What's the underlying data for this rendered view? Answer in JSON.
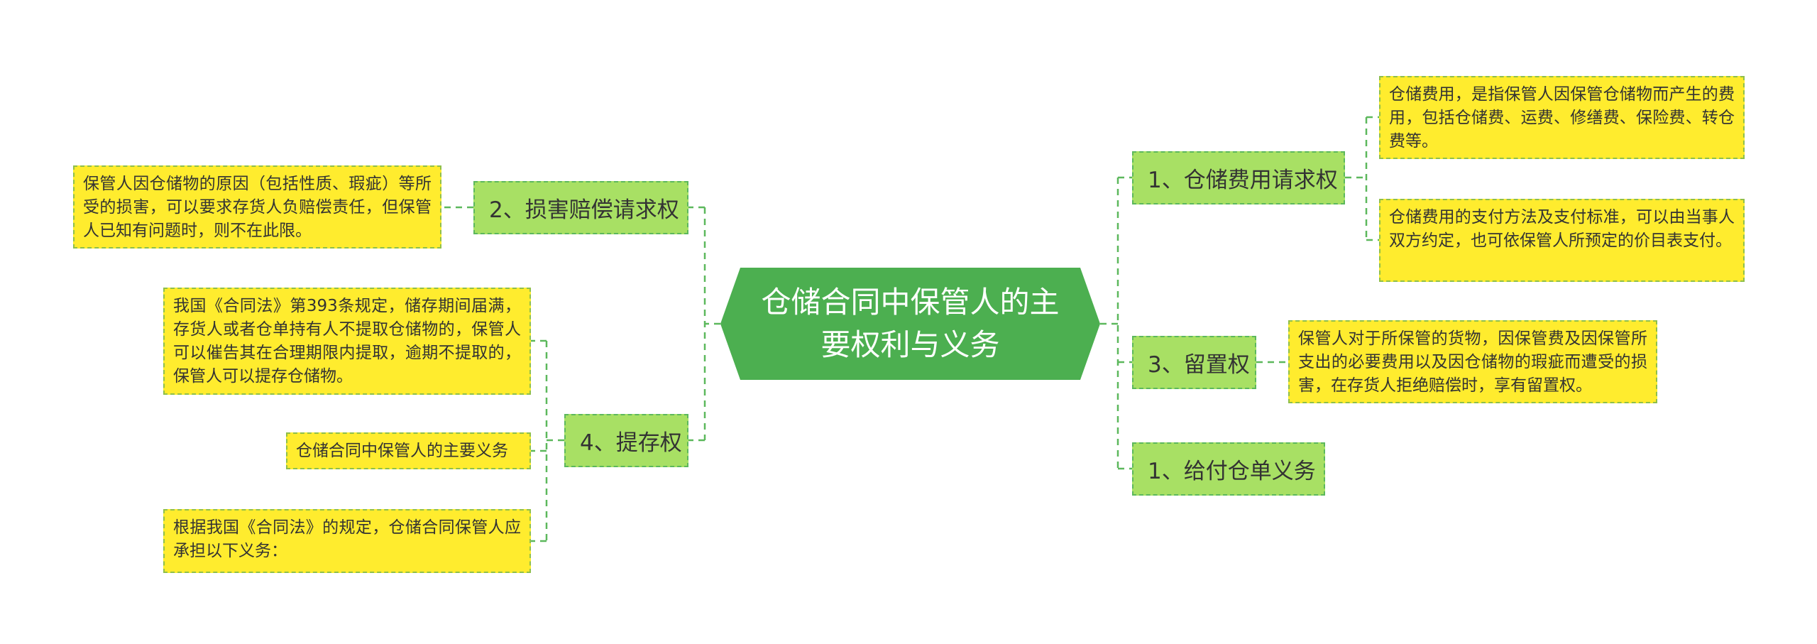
{
  "central": {
    "title": "仓储合同中保管人的主要权利与义务"
  },
  "branches": {
    "storage_fee": "1、仓储费用请求权",
    "damages": "2、损害赔偿请求权",
    "lien": "3、留置权",
    "withdraw": "4、提存权",
    "warehouse_receipt": "1、给付仓单义务"
  },
  "leaves": {
    "storage_fee_definition": "仓储费用，是指保管人因保管仓储物而产生的费用，包括仓储费、运费、修缮费、保险费、转仓费等。",
    "storage_fee_payment": "仓储费用的支付方法及支付标准，可以由当事人双方约定，也可依保管人所预定的价目表支付。",
    "damages_detail": "保管人因仓储物的原因（包括性质、瑕疵）等所受的损害，可以要求存货人负赔偿责任，但保管人已知有问题时，则不在此限。",
    "withdraw_law": "我国《合同法》第393条规定，储存期间届满，存货人或者仓单持有人不提取仓储物的，保管人可以催告其在合理期限内提取，逾期不提取的，保管人可以提存仓储物。",
    "main_obligations": "仓储合同中保管人的主要义务",
    "obligations_intro": "根据我国《合同法》的规定，仓储合同保管人应承担以下义务：",
    "lien_detail": "保管人对于所保管的货物，因保管费及因保管所支出的必要费用以及因仓储物的瑕疵而遭受的损害，在存货人拒绝赔偿时，享有留置权。"
  },
  "colors": {
    "central_fill": "#4caf50",
    "branch_fill": "#a8e064",
    "leaf_fill": "#ffec2e",
    "connector": "#5cb85c"
  }
}
